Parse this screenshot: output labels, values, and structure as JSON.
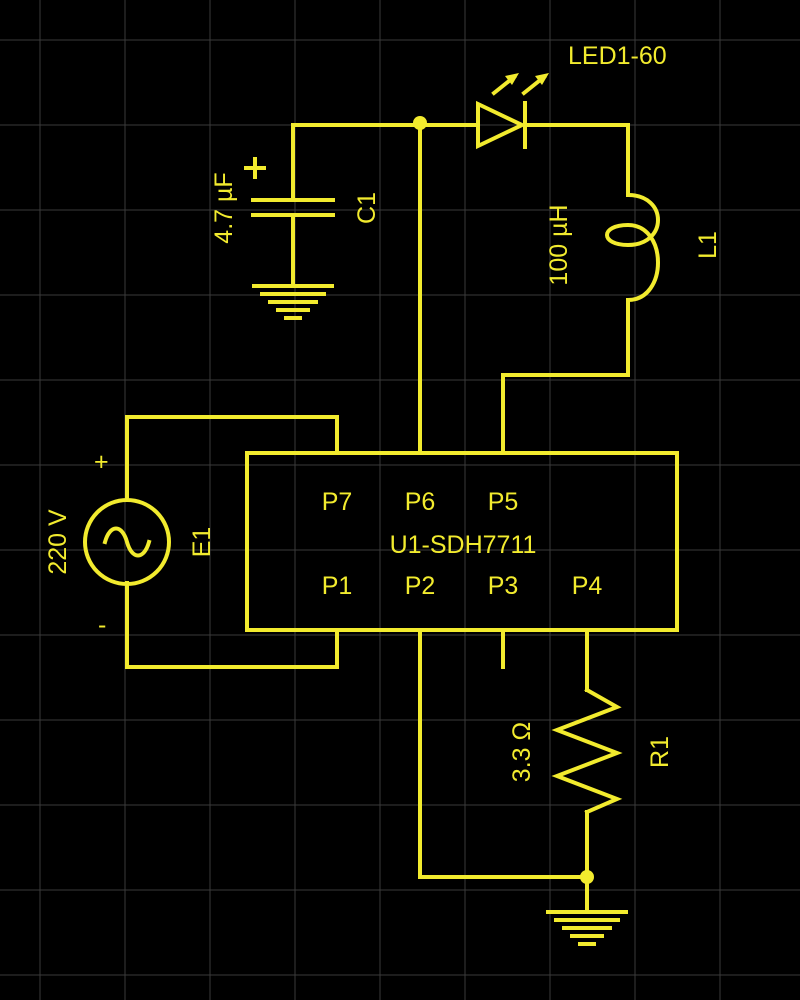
{
  "colors": {
    "background": "#000000",
    "grid": "#3a3a3a",
    "trace": "#f2eb2e"
  },
  "chip": {
    "name": "U1-SDH7711",
    "pins_top": [
      "P7",
      "P6",
      "P5"
    ],
    "pins_bottom": [
      "P1",
      "P2",
      "P3",
      "P4"
    ]
  },
  "source": {
    "ref": "E1",
    "value": "220 V",
    "plus": "+",
    "minus": "-"
  },
  "capacitor": {
    "ref": "C1",
    "value": "4.7 µF",
    "polarity": "+"
  },
  "inductor": {
    "ref": "L1",
    "value": "100 µH"
  },
  "led": {
    "ref": "LED1-60"
  },
  "resistor": {
    "ref": "R1",
    "value": "3.3 Ω"
  },
  "icons": [
    "ground-symbol",
    "ac-source-symbol",
    "led-symbol",
    "capacitor-symbol",
    "inductor-symbol",
    "resistor-symbol"
  ]
}
